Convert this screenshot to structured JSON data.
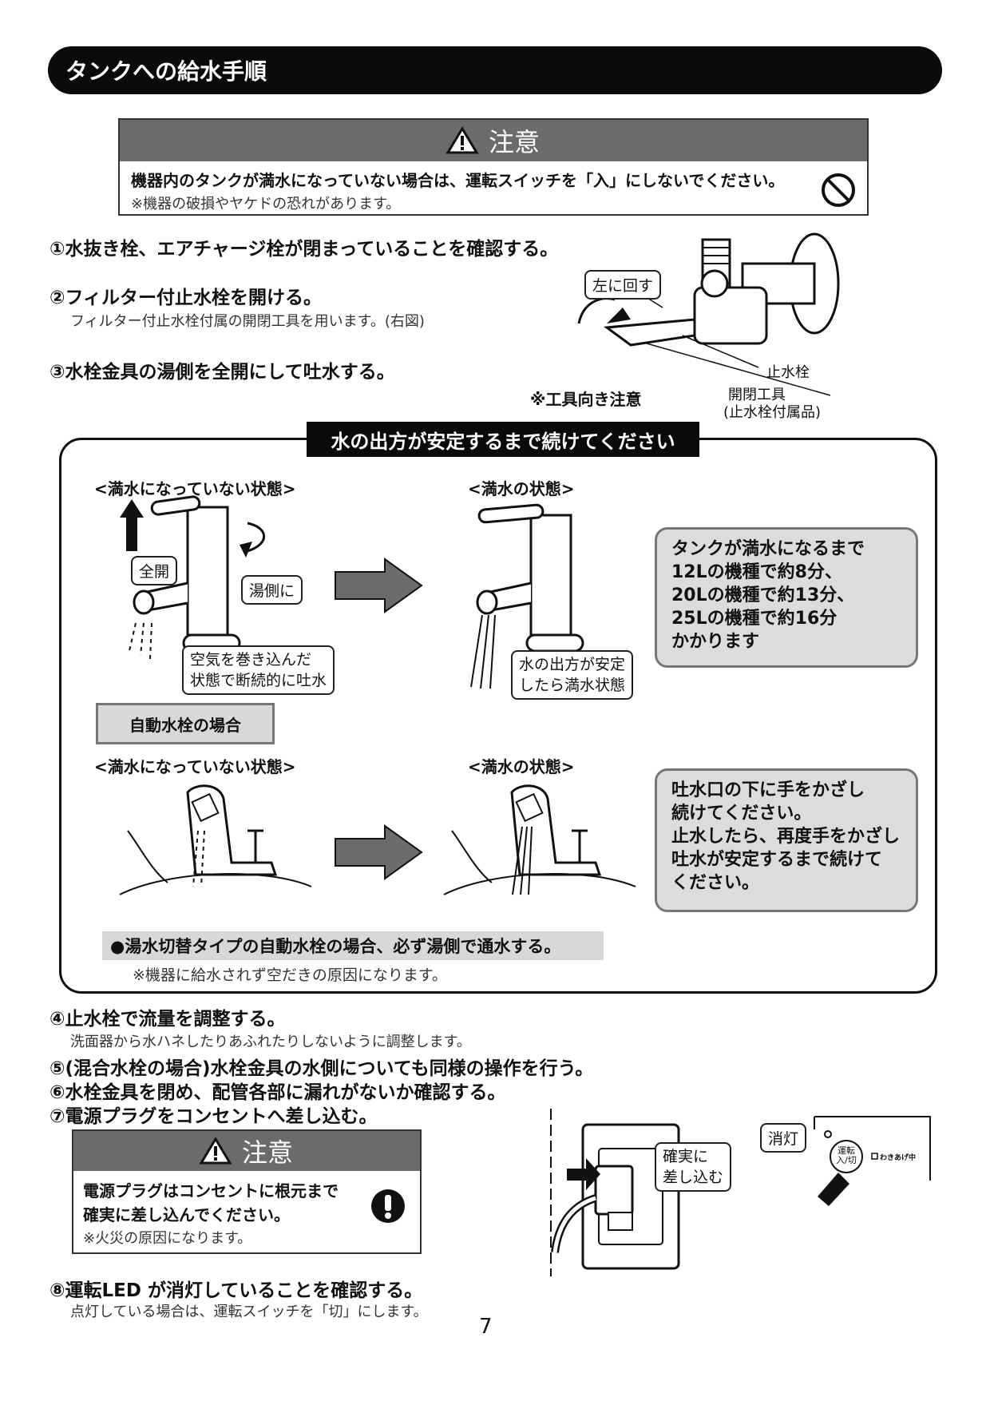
{
  "title": "タンクへの給水手順",
  "caution_top": {
    "heading": "注意",
    "line1": "機器内のタンクが満水になっていない場合は、運転スイッチを「入」にしないでください。",
    "line2": "※機器の破損やヤケドの恐れがあります。"
  },
  "steps": {
    "s1": "①水抜き栓、エアチャージ栓が閉まっていることを確認する。",
    "s2": "②フィルター付止水栓を開ける。",
    "s2_sub": "フィルター付止水栓付属の開閉工具を用います。(右図)",
    "s3": "③水栓金具の湯側を全開にして吐水する。",
    "s4": "④止水栓で流量を調整する。",
    "s4_sub": "洗面器から水ハネしたりあふれたりしないように調整します。",
    "s5": "⑤(混合水栓の場合)水栓金具の水側についても同様の操作を行う。",
    "s6": "⑥水栓金具を閉め、配管各部に漏れがないか確認する。",
    "s7": "⑦電源プラグをコンセントへ差し込む。",
    "s8": "⑧運転LED が消灯していることを確認する。",
    "s8_sub": "点灯している場合は、運転スイッチを「切」にします。"
  },
  "valve_figure": {
    "turn_left": "左に回す",
    "tool_note": "※工具向き注意",
    "stop_valve": "止水栓",
    "tool": "開閉工具",
    "tool_sub": "(止水栓付属品)"
  },
  "frame": {
    "title": "水の出方が安定するまで続けてください",
    "not_full": "<満水になっていない状態>",
    "full": "<満水の状態>",
    "full_open": "全開",
    "hot_side": "湯側に",
    "air_line1": "空気を巻き込んだ",
    "air_line2": "状態で断続的に吐水",
    "stable_line1": "水の出方が安定",
    "stable_line2": "したら満水状態",
    "info1": [
      "タンクが満水になるまで",
      "12Lの機種で約8分、",
      "20Lの機種で約13分、",
      "25Lの機種で約16分",
      "かかります"
    ],
    "auto_label": "自動水栓の場合",
    "not_full2": "<満水になっていない状態>",
    "full2": "<満水の状態>",
    "info2": [
      "吐水口の下に手をかざし",
      "続けてください。",
      "止水したら、再度手をかざし",
      "吐水が安定するまで続けて",
      "ください。"
    ],
    "warm_note": "●湯水切替タイプの自動水栓の場合、必ず湯側で通水する。",
    "warm_sub": "※機器に給水されず空だきの原因になります。"
  },
  "caution_bottom": {
    "heading": "注意",
    "line1": "電源プラグはコンセントに根元まで",
    "line2": "確実に差し込んでください。",
    "line3": "※火災の原因になります。"
  },
  "plug_figure": {
    "insert_line1": "確実に",
    "insert_line2": "差し込む",
    "off": "消灯",
    "switch_line1": "運転",
    "switch_line2": "入/切",
    "boiling": "わきあげ中"
  },
  "page_number": "7"
}
